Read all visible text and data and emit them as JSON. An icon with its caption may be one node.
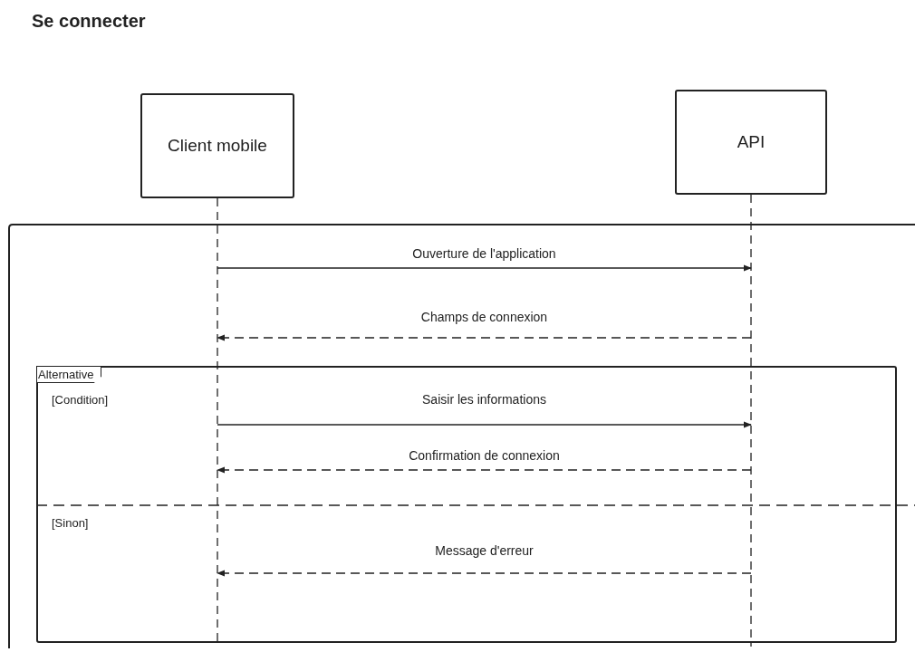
{
  "diagram": {
    "title": "Se connecter",
    "nodes": [
      {
        "text": [
          "Client mobile"
        ]
      },
      {
        "text": [
          "API"
        ]
      }
    ],
    "edges": [
      {
        "from": 0,
        "to": 1,
        "arrow": "to",
        "label": "Ouverture de l'application"
      },
      {
        "from": 1,
        "to": 0,
        "arrow": "to",
        "label": "Champs de connexion",
        "style": "dashed"
      },
      {
        "from": 0,
        "to": 1,
        "arrow": "to",
        "label": "Saisir les informations"
      },
      {
        "from": 1,
        "to": 0,
        "arrow": "to",
        "label": "Confirmation de connexion",
        "style": "dashed"
      },
      {
        "from": 1,
        "to": 0,
        "arrow": "to",
        "label": "Message d'erreur",
        "style": "dashed"
      }
    ],
    "labels": [
      "Alternative",
      "[Condition]",
      "[Sinon]"
    ]
  }
}
